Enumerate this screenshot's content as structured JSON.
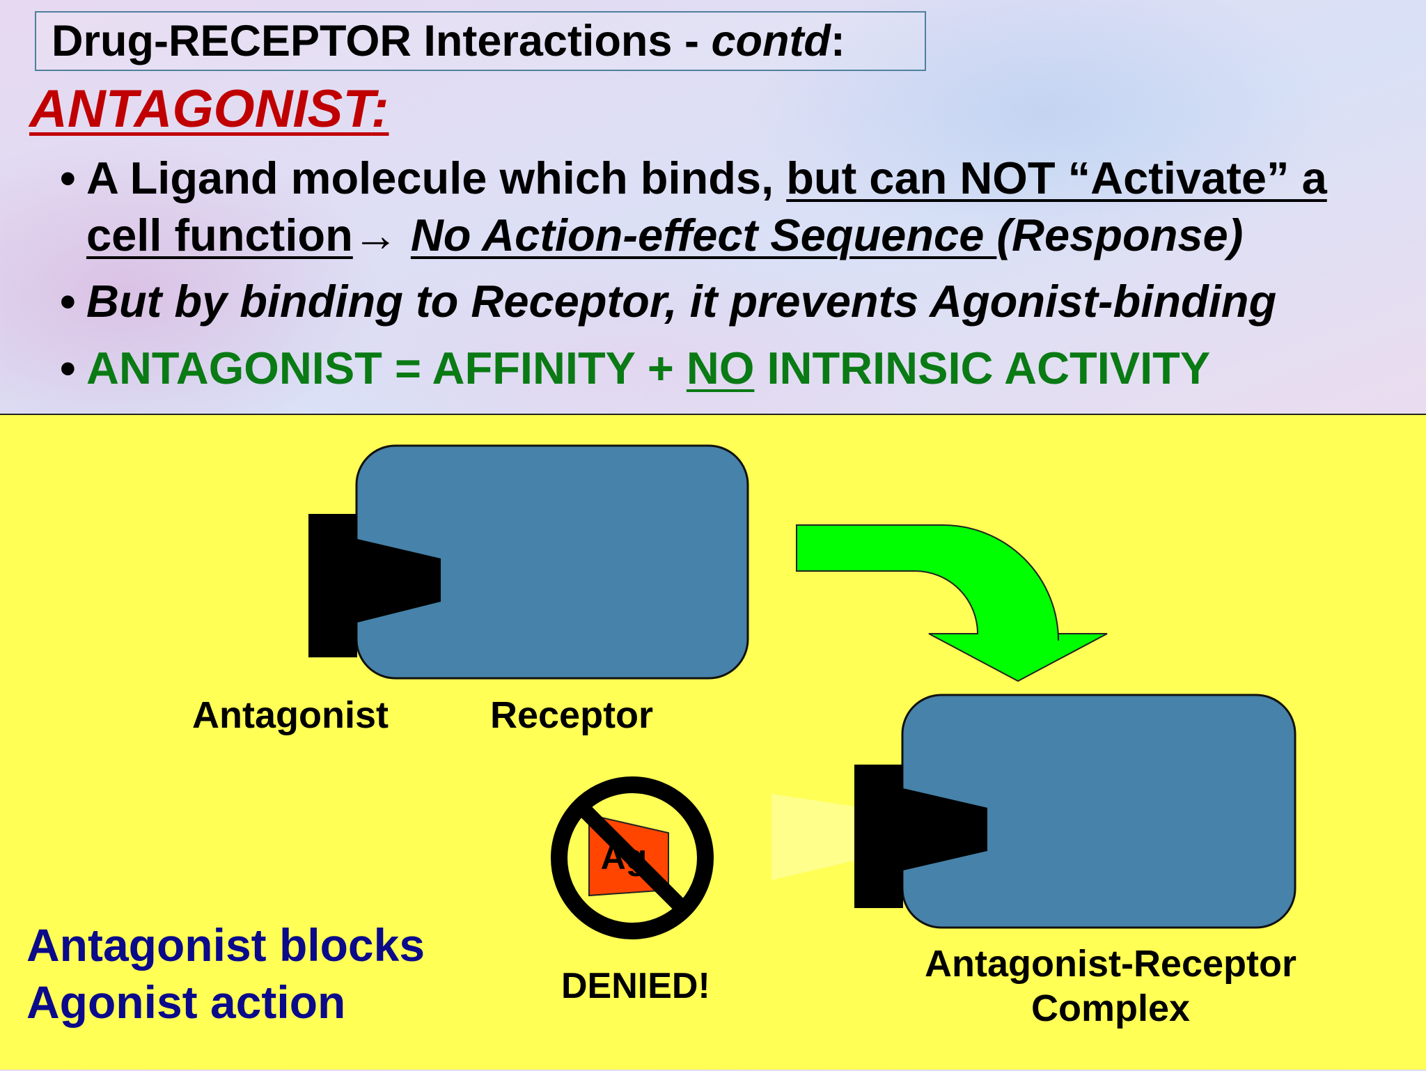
{
  "title": {
    "main": "Drug-RECEPTOR Interactions - ",
    "contd": "contd",
    "colon": ":"
  },
  "heading": {
    "antagonist": "ANTAGONIST",
    "colon": ":"
  },
  "bullets": {
    "b1_part1": "A Ligand molecule which binds, ",
    "b1_part2": "but can NOT “Activate” a",
    "b1_part3": "cell function",
    "b1_arrow": "→ ",
    "b1_part4": "No Action-effect Sequence ",
    "b1_part5": "(Response)",
    "b2": "But by binding to Receptor, it prevents Agonist-binding",
    "b3_part1": "ANTAGONIST = AFFINITY + ",
    "b3_no": "NO",
    "b3_part2": " INTRINSIC ACTIVITY"
  },
  "diagram": {
    "antagonist_label": "Antagonist",
    "receptor_label": "Receptor",
    "complex_label_line1": "Antagonist-Receptor",
    "complex_label_line2": "Complex",
    "denied_label": "DENIED!",
    "agonist_symbol": "Ag",
    "blocks_line1": "Antagonist blocks",
    "blocks_line2": "Agonist action"
  },
  "colors": {
    "receptor": "#4682a9",
    "antagonist": "#000000",
    "arrow": "#00ff00",
    "agonist": "#ff4500",
    "panel_bg": "#ffff55",
    "heading_red": "#c00000",
    "bullet_green": "#0a7a14",
    "blocks_blue": "#0a0a8a"
  },
  "icons": {
    "arrow": "curved-arrow-icon",
    "no_entry": "no-entry-icon"
  }
}
